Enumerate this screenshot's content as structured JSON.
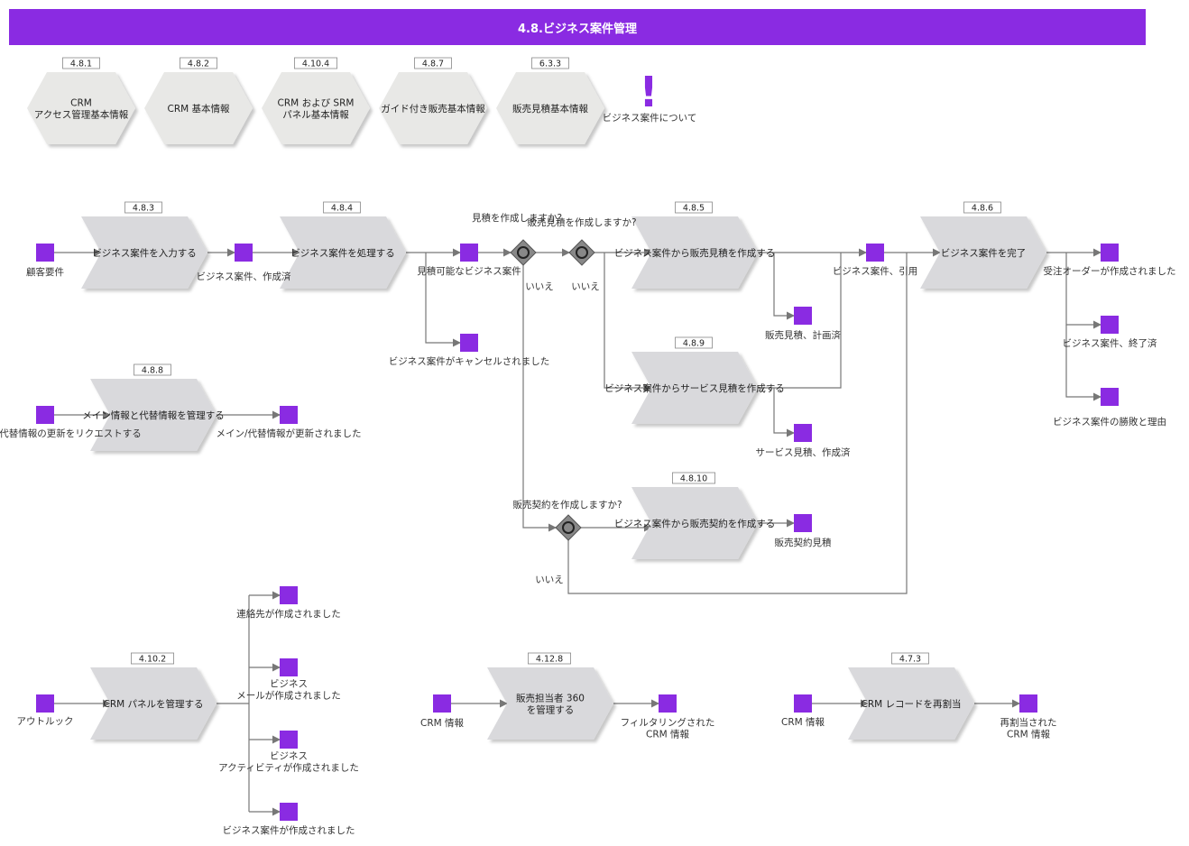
{
  "title": "4.8.ビジネス案件管理",
  "colors": {
    "accent": "#8a2be2",
    "process": "#d9d9dc",
    "hexagon": "#e8e8e6",
    "connector": "#777777"
  },
  "top_modules": [
    {
      "ref": "4.8.1",
      "lines": [
        "CRM",
        "アクセス管理基本情報"
      ]
    },
    {
      "ref": "4.8.2",
      "lines": [
        "CRM 基本情報"
      ]
    },
    {
      "ref": "4.10.4",
      "lines": [
        "CRM および SRM",
        "パネル基本情報"
      ]
    },
    {
      "ref": "4.8.7",
      "lines": [
        "ガイド付き販売基本情報"
      ]
    },
    {
      "ref": "6.3.3",
      "lines": [
        "販売見積基本情報"
      ]
    }
  ],
  "info": {
    "label": "ビジネス案件について"
  },
  "processes": [
    {
      "ref": "4.8.3",
      "label": "ビジネス案件を入力する"
    },
    {
      "ref": "4.8.4",
      "label": "ビジネス案件を処理する"
    },
    {
      "ref": "4.8.5",
      "label": "ビジネス案件から販売見積を作成する"
    },
    {
      "ref": "4.8.6",
      "label": "ビジネス案件を完了"
    },
    {
      "ref": "4.8.8",
      "label": "メイン情報と代替情報を管理する"
    },
    {
      "ref": "4.8.9",
      "label": "ビジネス案件からサービス見積を作成する"
    },
    {
      "ref": "4.8.10",
      "label": "ビジネス案件から販売契約を作成する"
    },
    {
      "ref": "4.10.2",
      "label": "CRM パネルを管理する"
    },
    {
      "ref": "4.12.8",
      "lines": [
        "販売担当者 360",
        "を管理する"
      ]
    },
    {
      "ref": "4.7.3",
      "label": "CRM レコードを再割当"
    }
  ],
  "events": [
    "顧客要件",
    "ビジネス案件、作成済",
    "見積可能なビジネス案件",
    "ビジネス案件がキャンセルされました",
    "販売見積、計画済",
    "ビジネス案件、引用",
    "受注オーダーが作成されました",
    "ビジネス案件、終了済",
    "ビジネス案件の勝敗と理由",
    "サービス見積、作成済",
    "販売契約見積",
    "代替情報の更新をリクエストする",
    "メイン/代替情報が更新されました",
    "アウトルック",
    "連絡先が作成されました",
    [
      "ビジネス",
      "メールが作成されました"
    ],
    [
      "ビジネス",
      "アクティビティが作成されました"
    ],
    "ビジネス案件が作成されました",
    "CRM 情報",
    [
      "フィルタリングされた",
      "CRM 情報"
    ],
    "CRM 情報",
    [
      "再割当された",
      "CRM 情報"
    ]
  ],
  "gateways": [
    {
      "question": "見積を作成しますか?",
      "no_label": "いいえ"
    },
    {
      "question": "販売見積を作成しますか?",
      "no_label": "いいえ"
    },
    {
      "question": "販売契約を作成しますか?",
      "no_label": "いいえ"
    }
  ]
}
